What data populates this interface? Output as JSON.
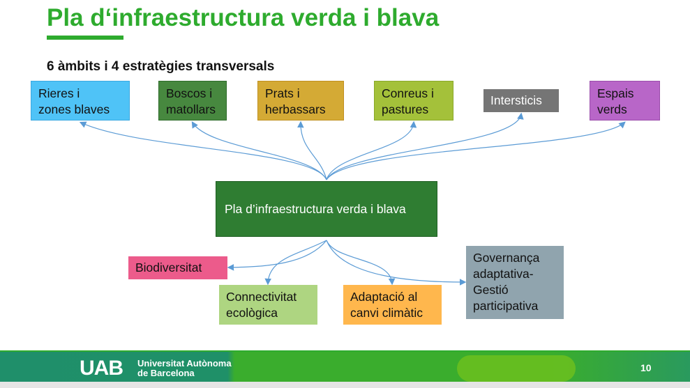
{
  "title": "Pla d‘infraestructura verda i blava",
  "subtitle": "6 àmbits  i 4 estratègies transversals",
  "ambits": [
    {
      "lines": [
        "Rieres i",
        "zones blaves"
      ],
      "color": "#4fc3f7"
    },
    {
      "lines": [
        "Boscos i",
        "matollars"
      ],
      "color": "#47883f"
    },
    {
      "lines": [
        "Prats i",
        "herbassars"
      ],
      "color": "#d4aa35"
    },
    {
      "lines": [
        "Conreus i",
        "pastures"
      ],
      "color": "#a4c13a"
    },
    {
      "lines": [
        "Intersticis"
      ],
      "color": "#757575"
    },
    {
      "lines": [
        "Espais",
        "verds"
      ],
      "color": "#b866c8"
    }
  ],
  "center": "Pla d’infraestructura verda i blava",
  "estrategies": [
    {
      "lines": [
        "Biodiversitat"
      ],
      "color": "#ec5b8b"
    },
    {
      "lines": [
        "Connectivitat",
        "ecològica"
      ],
      "color": "#aed581"
    },
    {
      "lines": [
        "Adaptació al",
        "canvi climàtic"
      ],
      "color": "#ffb74d"
    },
    {
      "lines": [
        "Governança",
        "adaptativa-",
        "Gestió",
        "participativa"
      ],
      "color": "#90a4ae"
    }
  ],
  "footer": {
    "logo": "UAB",
    "uni_line1": "Universitat Autònoma",
    "uni_line2": "de Barcelona",
    "page": "10"
  }
}
